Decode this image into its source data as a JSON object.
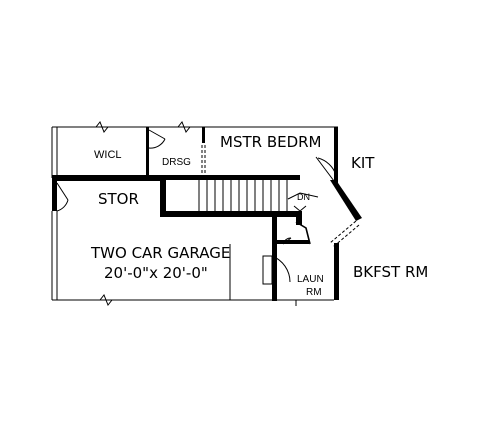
{
  "rooms": {
    "wicl": "WICL",
    "drsg": "DRSG",
    "master_bedroom": "MSTR BEDRM",
    "kitchen": "KIT",
    "storage": "STOR",
    "stair_down": "DN",
    "garage": "TWO CAR GARAGE",
    "garage_size": "20'-0\"x 20'-0\"",
    "laundry_line1": "LAUN",
    "laundry_line2": "RM",
    "breakfast_room": "BKFST RM"
  }
}
